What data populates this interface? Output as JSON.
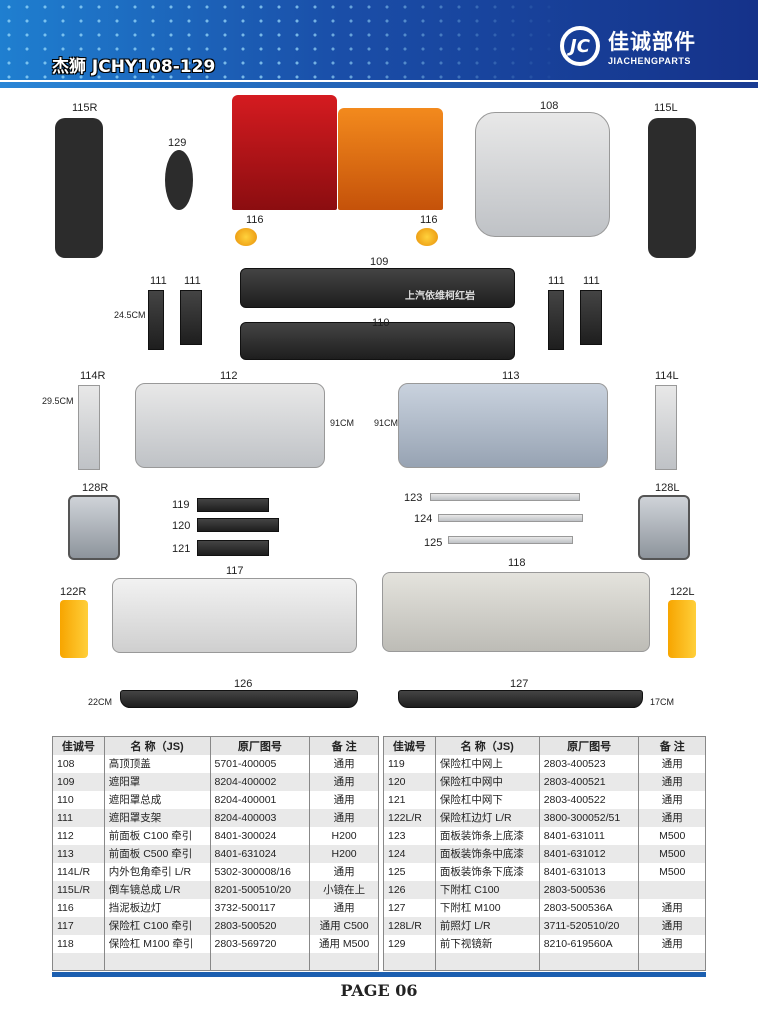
{
  "header": {
    "title": "杰狮 JCHY108-129",
    "logo_mark": "JC",
    "logo_cn": "佳诚部件",
    "logo_en": "JIACHENGPARTS"
  },
  "labels": {
    "p115R": "115R",
    "p129": "129",
    "p108": "108",
    "p115L": "115L",
    "p116a": "116",
    "p116b": "116",
    "p109": "109",
    "p111a": "111",
    "p111b": "111",
    "p111c": "111",
    "p111d": "111",
    "dim245": "24.5CM",
    "p110": "110",
    "p114R": "114R",
    "p112": "112",
    "p113": "113",
    "p114L": "114L",
    "dim295": "29.5CM",
    "dim91a": "91CM",
    "dim91b": "91CM",
    "p128R": "128R",
    "p128L": "128L",
    "p119": "119",
    "p120": "120",
    "p121": "121",
    "p123": "123",
    "p124": "124",
    "p125": "125",
    "p117": "117",
    "p118": "118",
    "p122R": "122R",
    "p122L": "122L",
    "p126": "126",
    "p127": "127",
    "dim22": "22CM",
    "dim17": "17CM",
    "sunshade_text": "上汽依维柯红岩"
  },
  "table": {
    "headers": [
      "佳诚号",
      "名 称（JS)",
      "原厂图号",
      "备 注"
    ],
    "left": [
      [
        "108",
        "高顶顶盖",
        "5701-400005",
        "通用"
      ],
      [
        "109",
        "遮阳罩",
        "8204-400002",
        "通用"
      ],
      [
        "110",
        "遮阳罩总成",
        "8204-400001",
        "通用"
      ],
      [
        "111",
        "遮阳罩支架",
        "8204-400003",
        "通用"
      ],
      [
        "112",
        "前面板 C100 牵引",
        "8401-300024",
        "H200"
      ],
      [
        "113",
        "前面板 C500 牵引",
        "8401-631024",
        "H200"
      ],
      [
        "114L/R",
        "内外包角牵引 L/R",
        "5302-300008/16",
        "通用"
      ],
      [
        "115L/R",
        "倒车镜总成 L/R",
        "8201-500510/20",
        "小镜在上"
      ],
      [
        "116",
        "挡泥板边灯",
        "3732-500117",
        "通用"
      ],
      [
        "117",
        "保险杠 C100 牵引",
        "2803-500520",
        "通用 C500"
      ],
      [
        "118",
        "保险杠 M100 牵引",
        "2803-569720",
        "通用 M500"
      ],
      [
        "",
        "",
        "",
        ""
      ]
    ],
    "right": [
      [
        "119",
        "保险杠中网上",
        "2803-400523",
        "通用"
      ],
      [
        "120",
        "保险杠中网中",
        "2803-400521",
        "通用"
      ],
      [
        "121",
        "保险杠中网下",
        "2803-400522",
        "通用"
      ],
      [
        "122L/R",
        "保险杠边灯 L/R",
        "3800-300052/51",
        "通用"
      ],
      [
        "123",
        "面板装饰条上底漆",
        "8401-631011",
        "M500"
      ],
      [
        "124",
        "面板装饰条中底漆",
        "8401-631012",
        "M500"
      ],
      [
        "125",
        "面板装饰条下底漆",
        "8401-631013",
        "M500"
      ],
      [
        "126",
        "下附杠 C100",
        "2803-500536",
        ""
      ],
      [
        "127",
        "下附杠 M100",
        "2803-500536A",
        "通用"
      ],
      [
        "128L/R",
        "前照灯 L/R",
        "3711-520510/20",
        "通用"
      ],
      [
        "129",
        "前下视镜新",
        "8210-619560A",
        "通用"
      ],
      [
        "",
        "",
        "",
        ""
      ]
    ]
  },
  "footer": {
    "page": "PAGE 06"
  }
}
